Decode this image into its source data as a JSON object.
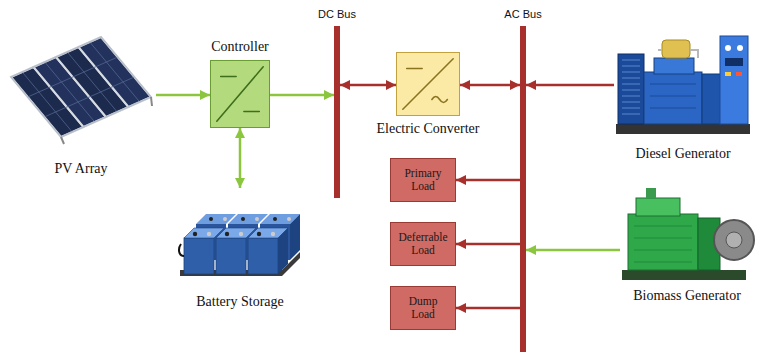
{
  "diagram": {
    "nodes": [
      {
        "text": [
          "PV Array"
        ]
      },
      {
        "text": [
          "Controller"
        ]
      },
      {
        "text": [
          "DC Bus"
        ]
      },
      {
        "text": [
          "Electric Converter"
        ]
      },
      {
        "text": [
          "AC Bus"
        ]
      },
      {
        "text": [
          "Diesel Generator"
        ]
      },
      {
        "text": [
          "Primary Load"
        ]
      },
      {
        "text": [
          "Deferrable Load"
        ]
      },
      {
        "text": [
          "Dump Load"
        ]
      },
      {
        "text": [
          "Battery Storage"
        ]
      },
      {
        "text": [
          "Biomass Generator"
        ]
      }
    ],
    "edges": [
      {
        "from": 0,
        "to": 1,
        "arrow": "to"
      },
      {
        "from": 1,
        "to": 2,
        "arrow": "to"
      },
      {
        "from": 1,
        "to": 9,
        "arrow": "both"
      },
      {
        "from": 2,
        "to": 3,
        "arrow": "both"
      },
      {
        "from": 3,
        "to": 4,
        "arrow": "both"
      },
      {
        "from": 5,
        "to": 4,
        "arrow": "to"
      },
      {
        "from": 4,
        "to": 6,
        "arrow": "to"
      },
      {
        "from": 4,
        "to": 7,
        "arrow": "to"
      },
      {
        "from": 4,
        "to": 8,
        "arrow": "to"
      },
      {
        "from": 10,
        "to": 4,
        "arrow": "to"
      }
    ]
  }
}
